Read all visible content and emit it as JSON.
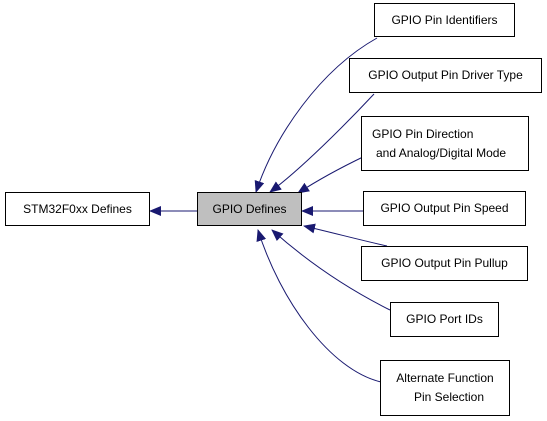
{
  "diagram": {
    "parent": {
      "label": "STM32F0xx Defines"
    },
    "current": {
      "label": "GPIO Defines"
    },
    "children": [
      {
        "lines": [
          "GPIO Pin Identifiers"
        ]
      },
      {
        "lines": [
          "GPIO Output Pin Driver Type"
        ]
      },
      {
        "lines": [
          "GPIO Pin Direction",
          "and Analog/Digital Mode"
        ]
      },
      {
        "lines": [
          "GPIO Output Pin Speed"
        ]
      },
      {
        "lines": [
          "GPIO Output Pin Pullup"
        ]
      },
      {
        "lines": [
          "GPIO Port IDs"
        ]
      },
      {
        "lines": [
          "Alternate Function",
          "Pin Selection"
        ]
      }
    ]
  },
  "colors": {
    "edge": "#191970",
    "node_border": "#000000",
    "current_fill": "#bfbfbf"
  }
}
